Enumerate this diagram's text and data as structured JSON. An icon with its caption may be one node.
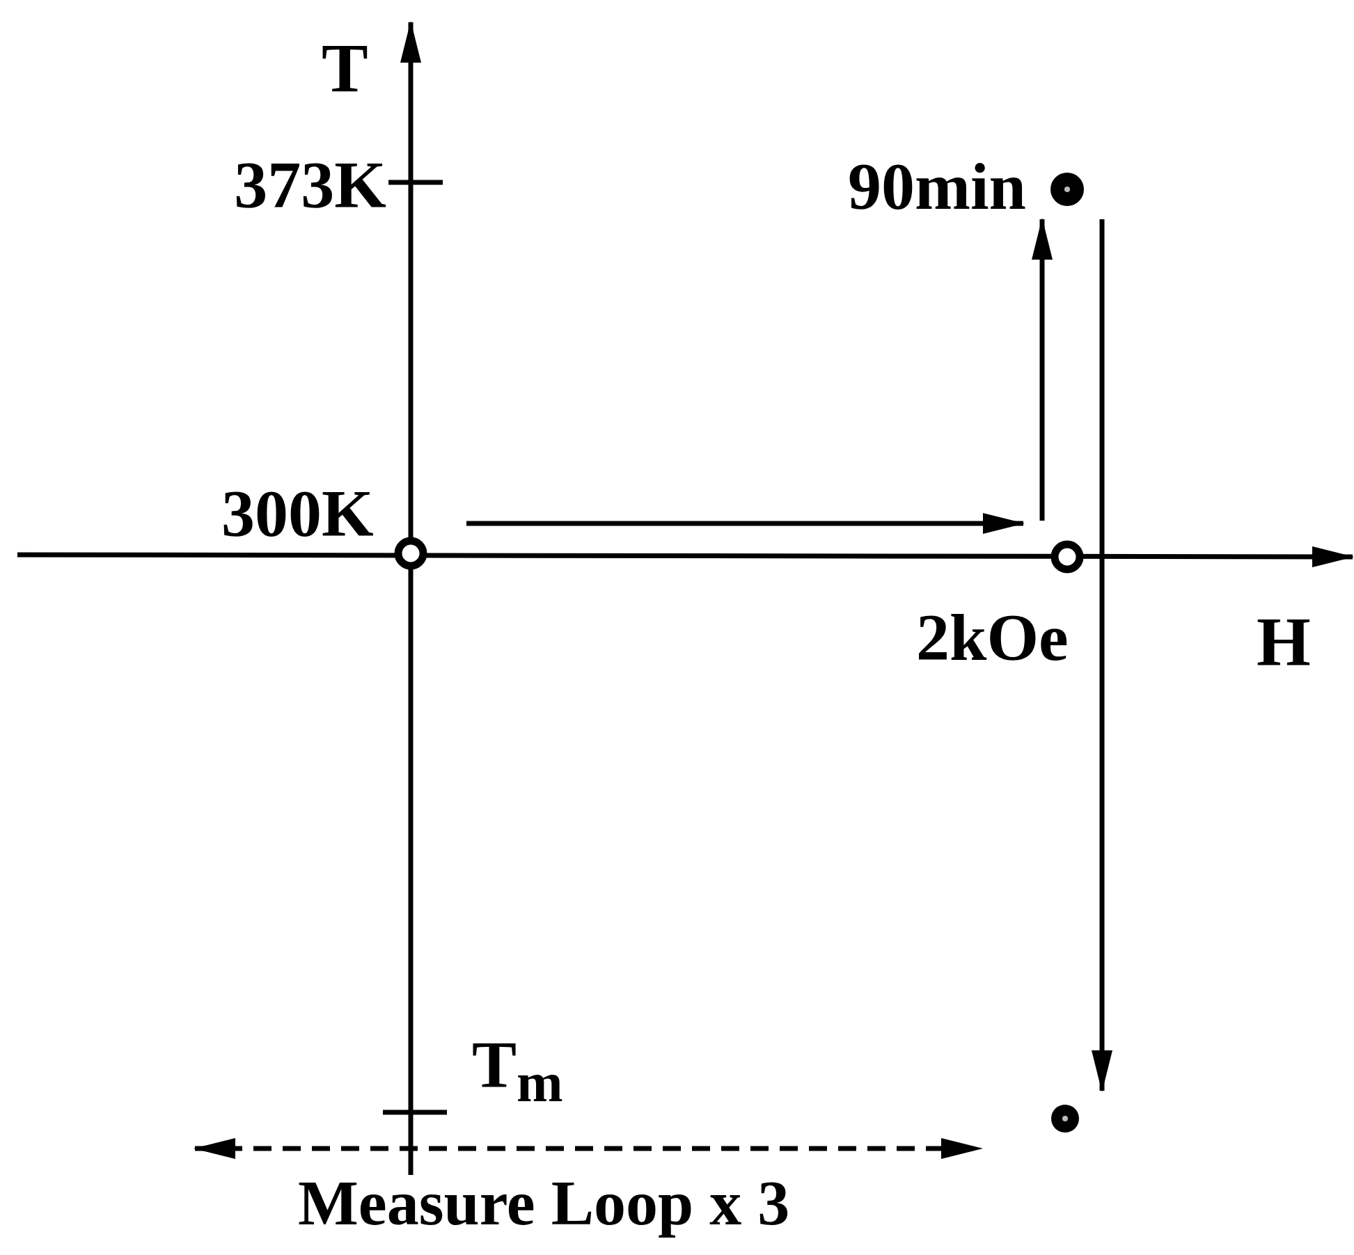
{
  "diagram": {
    "nodes": [
      {
        "text": [],
        "shape": "circle"
      },
      {
        "text": [],
        "shape": "circle",
        "beside": [
          "2kOe"
        ]
      },
      {
        "text": [],
        "shape": "circle",
        "beside": [
          "90min"
        ]
      },
      {
        "text": [],
        "shape": "circle"
      }
    ],
    "edges": [
      {
        "from": 0,
        "to": 1,
        "arrow": "to"
      },
      {
        "from": 1,
        "to": 2,
        "arrow": "to"
      },
      {
        "from": 2,
        "to": 3,
        "arrow": "to"
      }
    ],
    "labels": [
      "T",
      "373K",
      "300K",
      "H",
      "T$_{m}$",
      "Measure Loop x 3"
    ]
  }
}
